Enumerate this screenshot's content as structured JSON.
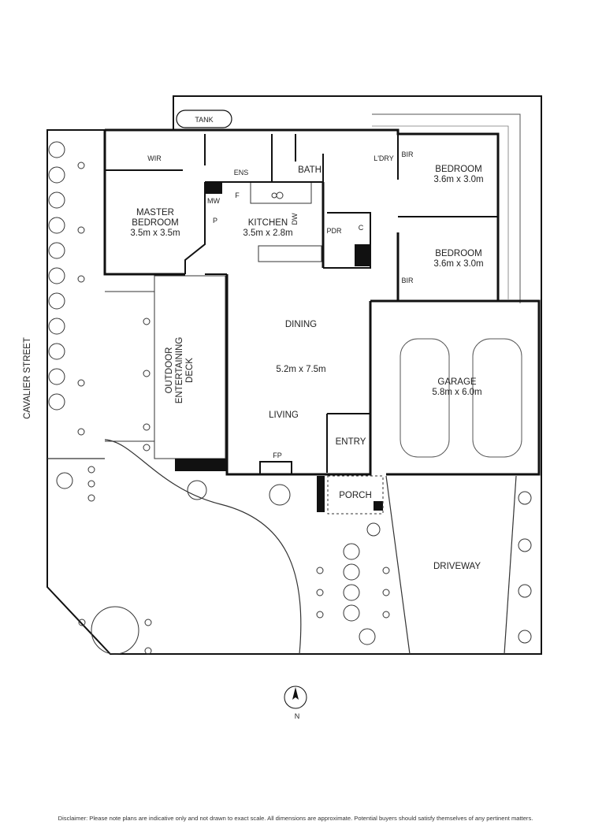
{
  "rooms": {
    "tank": "TANK",
    "wir": "WIR",
    "ens": "ENS",
    "bath": "BATH",
    "laundry": "L'DRY",
    "bir1": "BIR",
    "bir2": "BIR",
    "master_name_1": "MASTER",
    "master_name_2": "BEDROOM",
    "master_dim": "3.5m x 3.5m",
    "mw": "MW",
    "f": "F",
    "p": "P",
    "kitchen_name": "KITCHEN",
    "kitchen_dim": "3.5m x 2.8m",
    "dw": "DW",
    "pdr": "PDR",
    "c": "C",
    "bed1_name": "BEDROOM",
    "bed1_dim": "3.6m x 3.0m",
    "bed2_name": "BEDROOM",
    "bed2_dim": "3.6m x 3.0m",
    "dining": "DINING",
    "living_dim": "5.2m x 7.5m",
    "living": "LIVING",
    "deck_1": "OUTDOOR",
    "deck_2": "ENTERTAINING",
    "deck_3": "DECK",
    "garage_name": "GARAGE",
    "garage_dim": "5.8m x 6.0m",
    "entry": "ENTRY",
    "porch": "PORCH",
    "fp": "FP",
    "driveway": "DRIVEWAY",
    "street": "CAVALIER STREET"
  },
  "compass_label": "N",
  "disclaimer": "Disclaimer: Please note plans are indicative only and not drawn to exact scale. All dimensions are approximate. Potential buyers should satisfy themselves of any pertinent matters."
}
